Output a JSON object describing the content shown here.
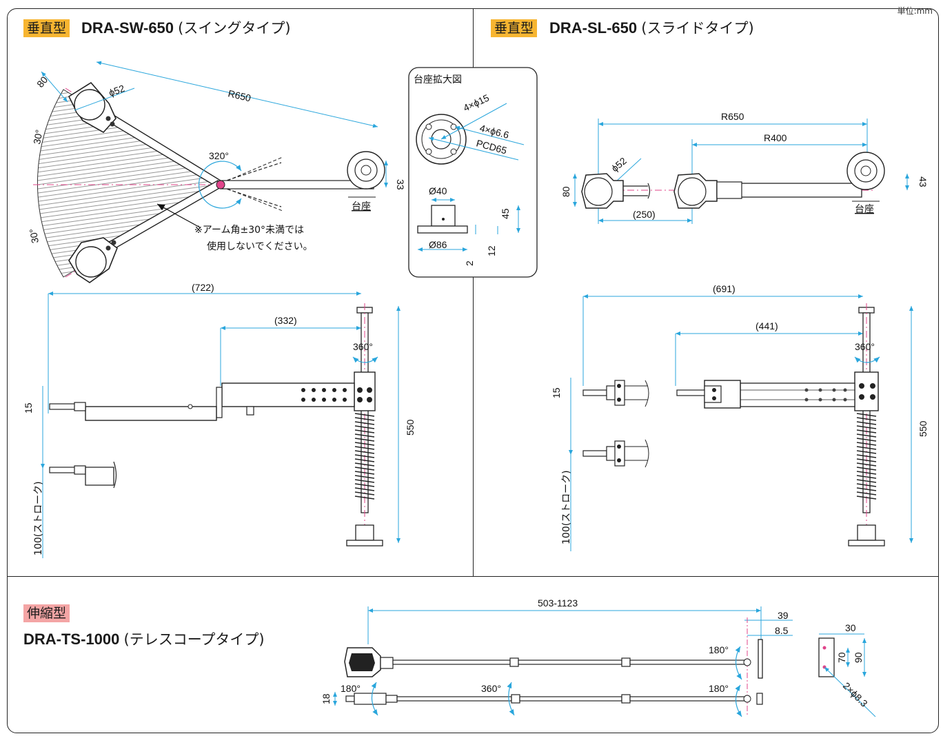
{
  "corner_note": "単位:mm",
  "swing": {
    "tag": "垂直型",
    "model": "DRA-SW-650",
    "sub": "(スイングタイプ)",
    "dims": {
      "r650": "R650",
      "d52": "ϕ52",
      "w80": "80",
      "a320": "320°",
      "h33": "33",
      "a30a": "30°",
      "a30b": "30°",
      "base": "台座",
      "l722": "(722)",
      "l332": "(332)",
      "r360": "360°",
      "h15": "15",
      "h550": "550",
      "stroke": "100(ストローク)"
    },
    "note1": "※アーム角±30°未満では",
    "note2": "使用しないでください。"
  },
  "base_detail": {
    "title": "台座拡大図",
    "holes15": "4×ϕ15",
    "holes66": "4×ϕ6.6",
    "pcd": "PCD65",
    "d40": "Ø40",
    "d86": "Ø86",
    "h45": "45",
    "h12": "12",
    "h2": "2"
  },
  "slide": {
    "tag": "垂直型",
    "model": "DRA-SL-650",
    "sub": "(スライドタイプ)",
    "dims": {
      "r650": "R650",
      "r400": "R400",
      "d52": "ϕ52",
      "w80": "80",
      "l250": "(250)",
      "h43": "43",
      "base": "台座",
      "l691": "(691)",
      "l441": "(441)",
      "r360": "360°",
      "h15": "15",
      "h550": "550",
      "stroke": "100(ストローク)"
    }
  },
  "tele": {
    "tag": "伸縮型",
    "model": "DRA-TS-1000",
    "sub": "(テレスコープタイプ)",
    "dims": {
      "range": "503-1123",
      "w39": "39",
      "w85": "8.5",
      "a180a": "180°",
      "a180b": "180°",
      "a180c": "180°",
      "r360": "360°",
      "h18": "18",
      "w30": "30",
      "h70": "70",
      "h90": "90",
      "holes": "2×ϕ8.3"
    }
  },
  "colors": {
    "accent_orange": "#f7b531",
    "accent_pink": "#f4a5a5",
    "dim_line": "#2aa6dc",
    "center_line": "#e0448a",
    "outline": "#222222",
    "hatch": "#7a7a7a"
  }
}
